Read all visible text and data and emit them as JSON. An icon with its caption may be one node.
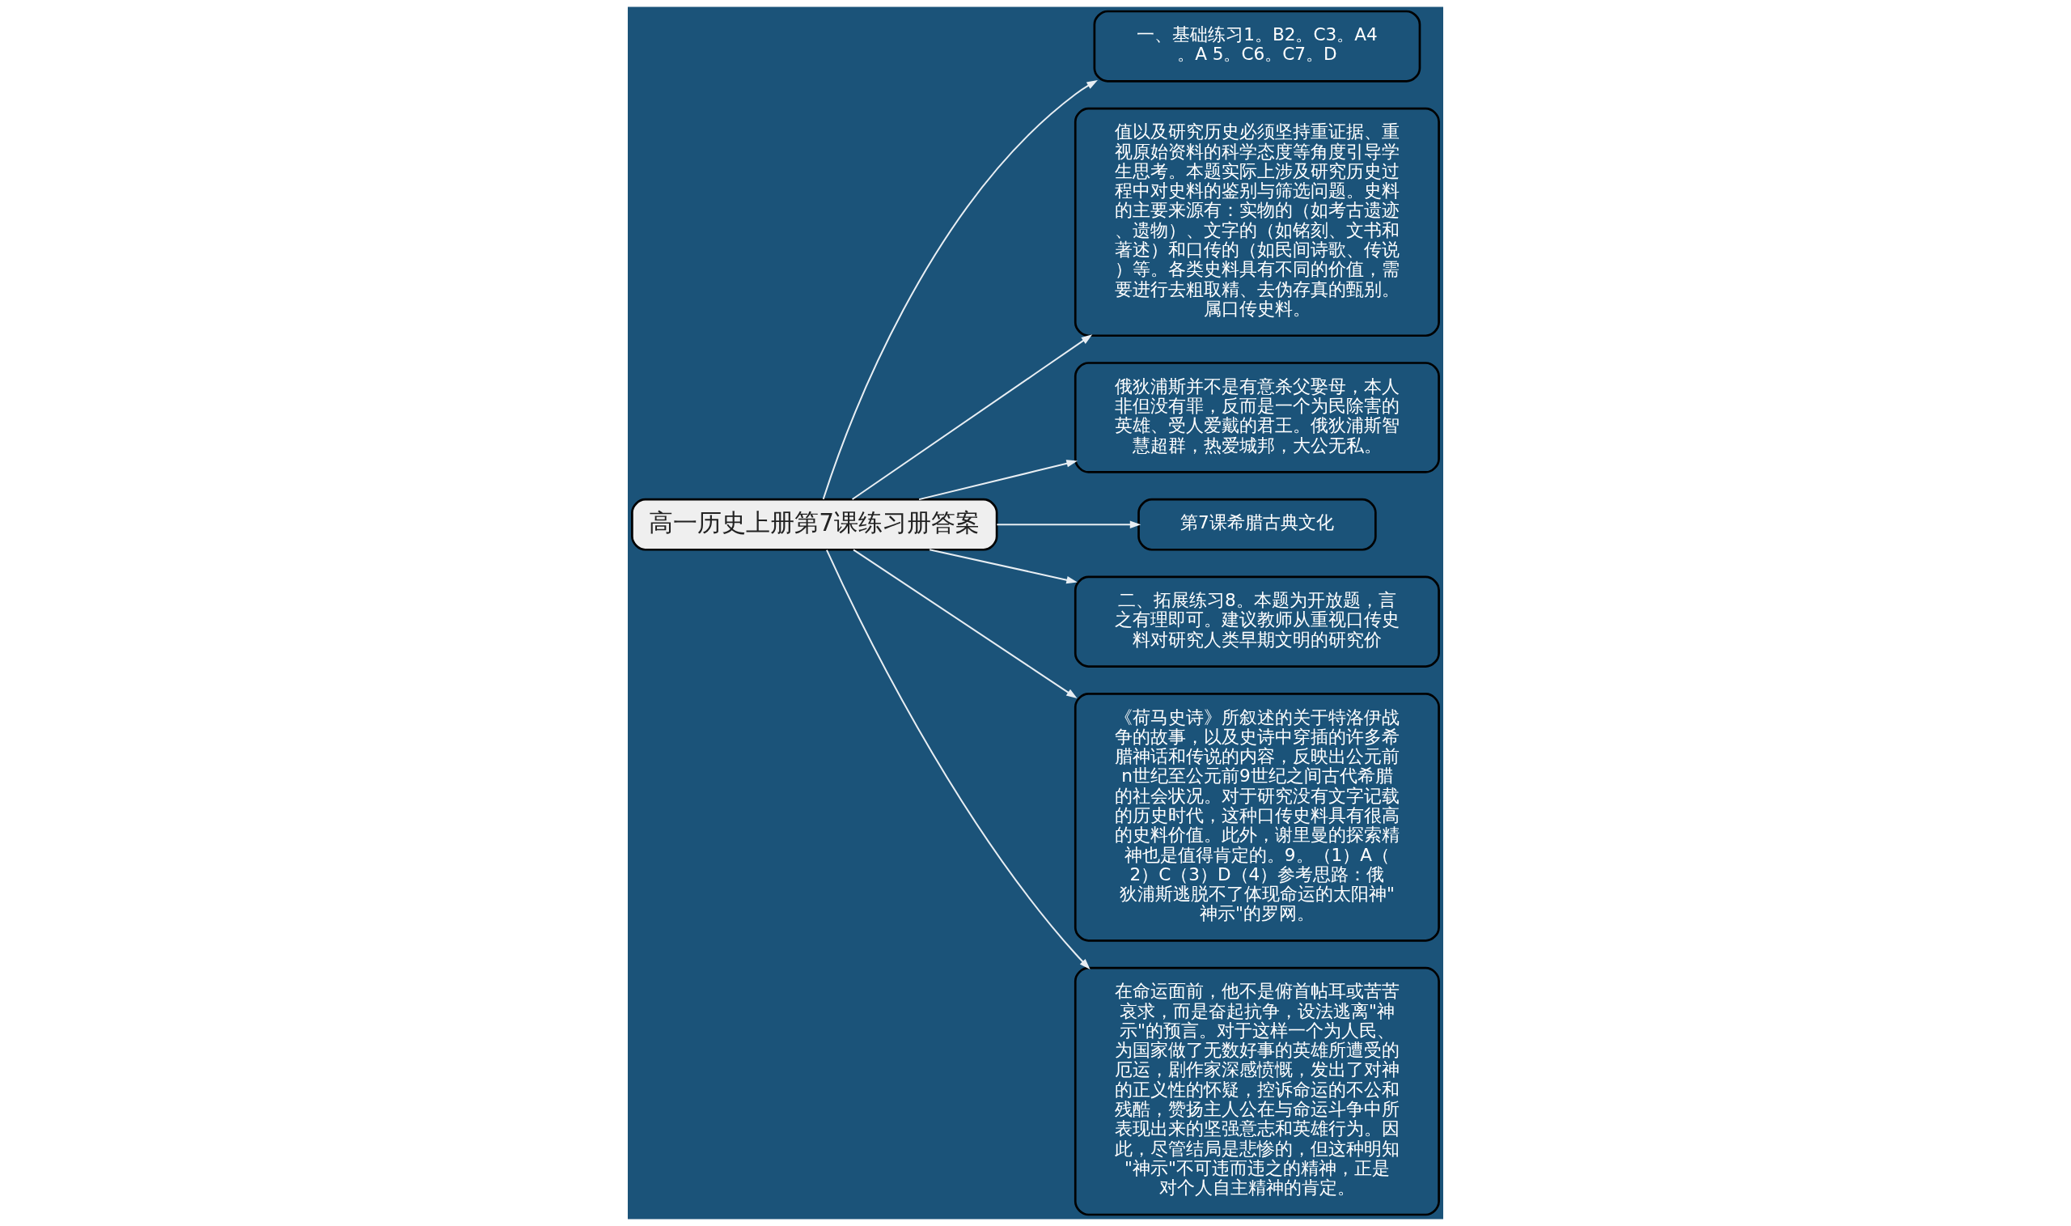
{
  "diagram": {
    "nodes": [
      {
        "text": [
          "高一历史上册第7课练习册答案"
        ]
      },
      {
        "text": [
          "一、基础练习1。B2。C3。A4。A 5。C6。C7。D"
        ]
      },
      {
        "text": [
          "值以及研究历史必须坚持重证据、重视原始资料的科学态度等角度引导学生思考。本题实际上涉及研究历史过程中对史料的鉴别与筛选问题。史料的主要来源有：实物的（如考古遗迹、遗物）、文字的（如铭刻、文书和著述）和口传的（如民间诗歌、传说）等。各类史料具有不同的价值，需要进行去粗取精、去伪存真的甄别。属口传史料。"
        ]
      },
      {
        "text": [
          "俄狄浦斯并不是有意杀父娶母，本人非但没有罪，反而是一个为民除害的英雄、受人爱戴的君王。俄狄浦斯智慧超群，热爱城邦，大公无私。"
        ]
      },
      {
        "text": [
          "第7课希腊古典文化"
        ]
      },
      {
        "text": [
          "二、拓展练习8。本题为开放题，言之有理即可。建议教师从重视口传史料对研究人类早期文明的研究价"
        ]
      },
      {
        "text": [
          "《荷马史诗》所叙述的关于特洛伊战争的故事，以及史诗中穿插的许多希腊神话和传说的内容，反映出公元前n世纪至公元前9世纪之间古代希腊的社会状况。对于研究没有文字记载的历史时代，这种口传史料具有很高的史料价值。此外，谢里曼的探索精神也是值得肯定的。9。（1）A（2）C（3）D（4）参考思路：俄狄浦斯逃脱不了体现命运的太阳神\"神示\"的罗网。"
        ]
      },
      {
        "text": [
          "在命运面前，他不是俯首帖耳或苦苦哀求，而是奋起抗争，设法逃离\"神示\"的预言。对于这样一个为人民、为国家做了无数好事的英雄所遭受的厄运，剧作家深感愤慨，发出了对神的正义性的怀疑，控诉命运的不公和残酷，赞扬主人公在与命运斗争中所表现出来的坚强意志和英雄行为。因此，尽管结局是悲惨的，但这种明知\"神示\"不可违而违之的精神，正是对个人自主精神的肯定。"
        ]
      }
    ],
    "edges": [
      {
        "from": 0,
        "to": 1,
        "arrow": "to"
      },
      {
        "from": 0,
        "to": 2,
        "arrow": "to"
      },
      {
        "from": 0,
        "to": 3,
        "arrow": "to"
      },
      {
        "from": 0,
        "to": 4,
        "arrow": "to"
      },
      {
        "from": 0,
        "to": 5,
        "arrow": "to"
      },
      {
        "from": 0,
        "to": 6,
        "arrow": "to"
      },
      {
        "from": 0,
        "to": 7,
        "arrow": "to"
      }
    ]
  }
}
